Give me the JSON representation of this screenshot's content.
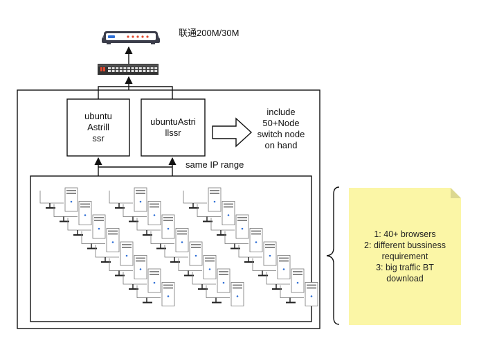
{
  "isp_label": "联通200M/30M",
  "server1": {
    "lines": [
      "ubuntu",
      "Astrill",
      "ssr"
    ]
  },
  "server2": {
    "lines": [
      "ubuntuAstri",
      "llssr"
    ]
  },
  "include_note": {
    "lines": [
      "include",
      "50+Node",
      "switch node",
      "on hand"
    ]
  },
  "ip_range_label": "same IP range",
  "sticky_note": {
    "lines": [
      "1: 40+ browsers",
      "2: different bussiness",
      "requirement",
      "3: big traffic BT",
      "download"
    ]
  },
  "colors": {
    "note_fill": "#fbf6a6",
    "note_fold": "#dcd890",
    "router_dark": "#3b3d4a",
    "switch_dark": "#333",
    "port_red": "#e2492f",
    "led_blue": "#2f6fd6",
    "stroke": "#111111"
  },
  "icons": {
    "router": "router-icon",
    "switch": "network-switch-icon",
    "arrow": "hollow-right-arrow-icon",
    "computer": "desktop-computer-icon",
    "brace": "curly-brace-icon"
  }
}
